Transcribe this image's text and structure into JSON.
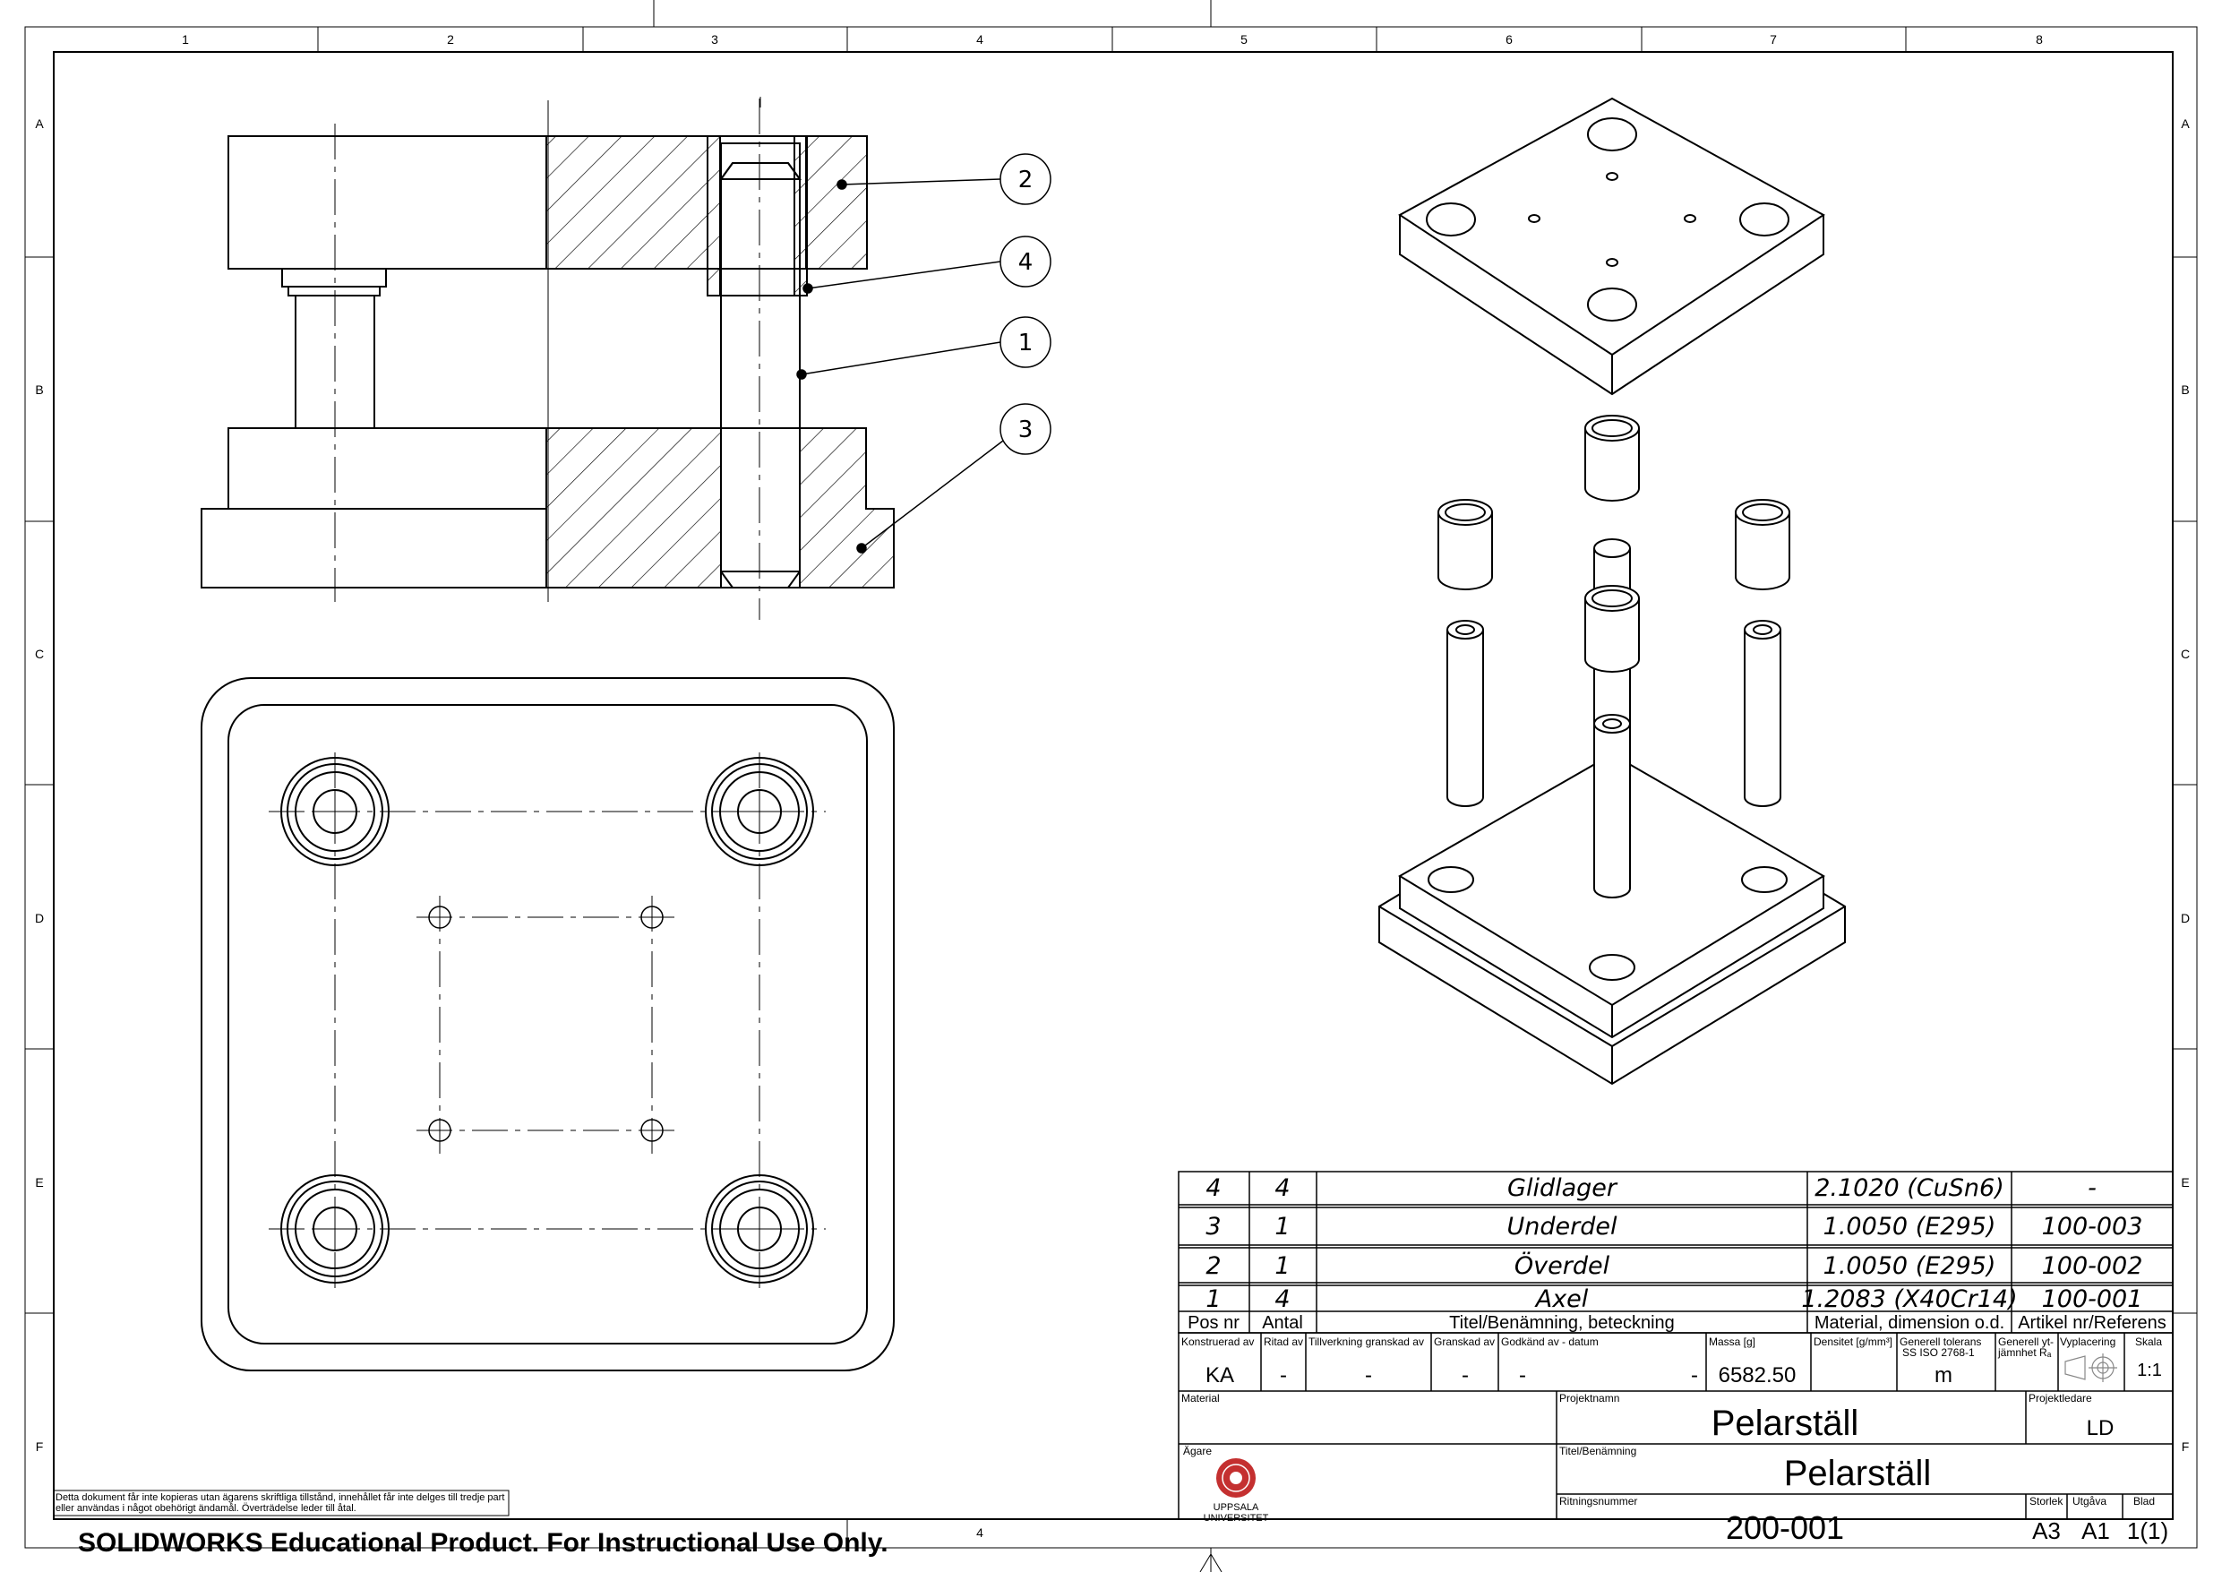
{
  "frame": {
    "columns": [
      "1",
      "2",
      "3",
      "4",
      "5",
      "6",
      "7",
      "8"
    ],
    "rows": [
      "A",
      "B",
      "C",
      "D",
      "E",
      "F"
    ],
    "bottom_column_label": "4"
  },
  "balloons": [
    "2",
    "4",
    "1",
    "3"
  ],
  "bom": {
    "rows": [
      {
        "pos": "4",
        "qty": "4",
        "name": "Glidlager",
        "material": "2.1020 (CuSn6)",
        "ref": "-"
      },
      {
        "pos": "3",
        "qty": "1",
        "name": "Underdel",
        "material": "1.0050 (E295)",
        "ref": "100-003"
      },
      {
        "pos": "2",
        "qty": "1",
        "name": "Överdel",
        "material": "1.0050 (E295)",
        "ref": "100-002"
      },
      {
        "pos": "1",
        "qty": "4",
        "name": "Axel",
        "material": "1.2083 (X40Cr14)",
        "ref": "100-001"
      }
    ],
    "header": {
      "pos": "Pos nr",
      "qty": "Antal",
      "name": "Titel/Benämning, beteckning",
      "material": "Material, dimension o.d.",
      "ref": "Artikel nr/Referens"
    }
  },
  "title_block": {
    "labels": {
      "konstruerad": "Konstruerad av",
      "ritad": "Ritad av",
      "tillverkning": "Tillverkning granskad av",
      "granskad": "Granskad av",
      "godkand": "Godkänd av  - datum",
      "massa": "Massa [g]",
      "densitet": "Densitet [g/mm³]",
      "tolerans_1": "Generell tolerans",
      "tolerans_2": "SS ISO 2768-1",
      "ytjamnhet_1": "Generell yt-",
      "ytjamnhet_2": "jämnhet Rₐ",
      "vyplacering": "Vyplacering",
      "skala": "Skala",
      "material": "Material",
      "projektnamn": "Projektnamn",
      "projektledare": "Projektledare",
      "agare": "Ägare",
      "titel": "Titel/Benämning",
      "ritningsnummer": "Ritningsnummer",
      "storlek": "Storlek",
      "utgava": "Utgåva",
      "blad": "Blad"
    },
    "values": {
      "konstruerad": "KA",
      "ritad": "-",
      "tillverkning": "-",
      "granskad": "-",
      "godkand": "-",
      "datum": "-",
      "massa": "6582.50",
      "tolerans": "m",
      "skala": "1:1",
      "projektnamn": "Pelarställ",
      "projektledare": "LD",
      "titel": "Pelarställ",
      "ritningsnummer": "200-001",
      "storlek": "A3",
      "utgava": "A1",
      "blad": "1(1)"
    },
    "logo_text": [
      "UPPSALA",
      "UNIVERSITET"
    ]
  },
  "notice": "Detta dokument får inte kopieras utan ägarens skriftliga tillstånd, innehållet får inte delges till tredje part eller användas i något obehörigt ändamål. Överträdelse leder till åtal.",
  "watermark": "SOLIDWORKS Educational Product. For Instructional Use Only."
}
